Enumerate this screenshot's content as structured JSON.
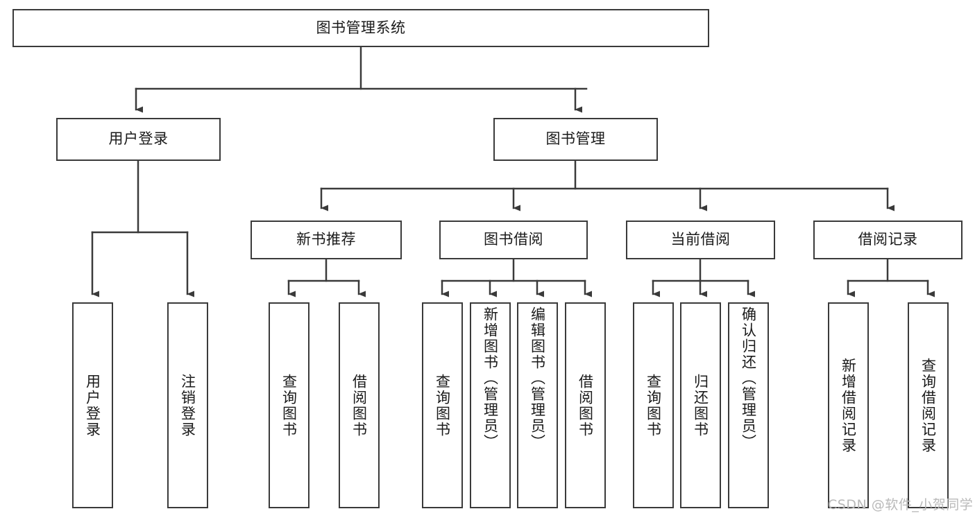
{
  "diagram": {
    "type": "tree-hierarchy",
    "title": "图书管理系统",
    "watermark": "CSDN @软件_小贺同学",
    "colors": {
      "box_border": "#3a3a3a",
      "box_fill": "#ffffff",
      "connector": "#3a3a3a",
      "text": "#1a1a1a",
      "watermark": "#b9b9b9",
      "background": "#ffffff"
    },
    "root": {
      "label": "图书管理系统"
    },
    "level2": [
      {
        "label": "用户登录"
      },
      {
        "label": "图书管理"
      }
    ],
    "level3": [
      {
        "label": "新书推荐"
      },
      {
        "label": "图书借阅"
      },
      {
        "label": "当前借阅"
      },
      {
        "label": "借阅记录"
      }
    ],
    "leaves": {
      "user_login": [
        {
          "label": "用户登录"
        },
        {
          "label": "注销登录"
        }
      ],
      "new_book_recommend": [
        {
          "label": "查询图书"
        },
        {
          "label": "借阅图书"
        }
      ],
      "book_borrow": [
        {
          "label": "查询图书"
        },
        {
          "label": "新增图书（管理员）"
        },
        {
          "label": "编辑图书（管理员）"
        },
        {
          "label": "借阅图书"
        }
      ],
      "current_borrow": [
        {
          "label": "查询图书"
        },
        {
          "label": "归还图书"
        },
        {
          "label": "确认归还（管理员）"
        }
      ],
      "borrow_record": [
        {
          "label": "新增借阅记录"
        },
        {
          "label": "查询借阅记录"
        }
      ]
    }
  }
}
